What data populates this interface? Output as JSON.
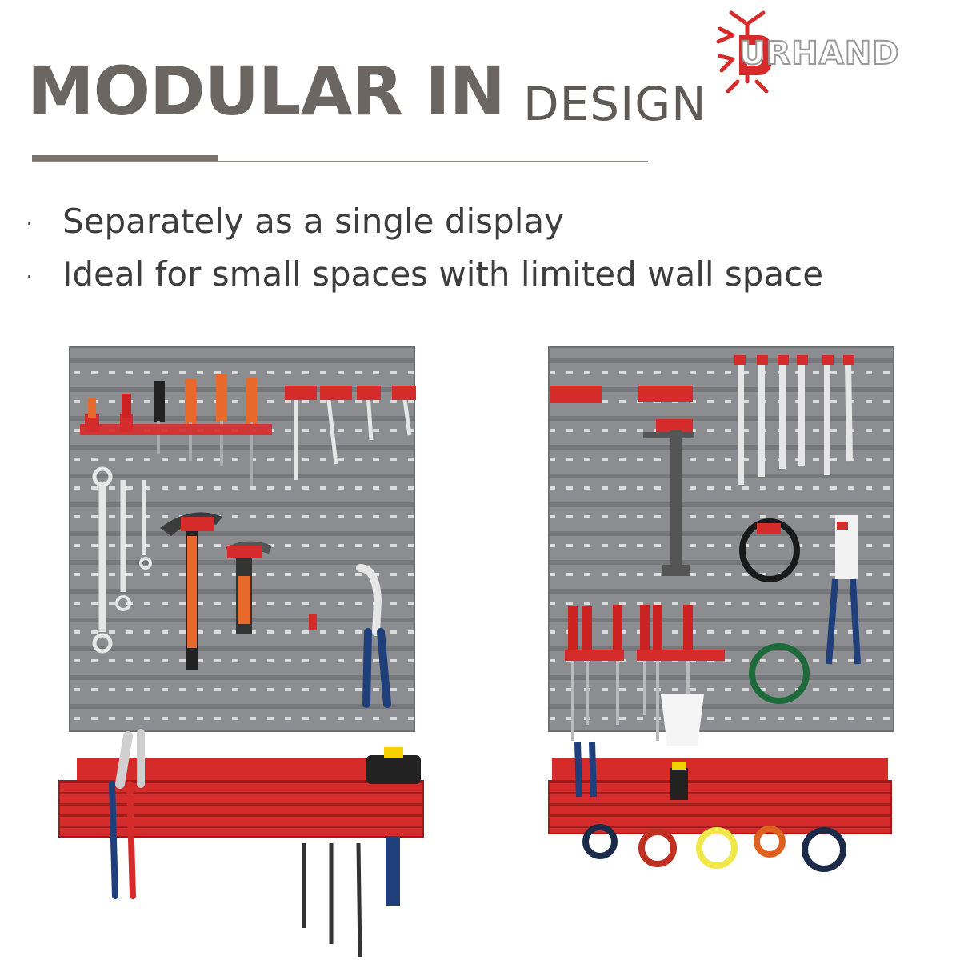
{
  "header": {
    "title_main": "MODULAR IN",
    "title_sub": "DESIGN"
  },
  "logo": {
    "text": "URHAND",
    "icon": "crab-claw-logo-icon",
    "accent": "#d52b2b"
  },
  "bullets": [
    {
      "symbol": "·",
      "text": "Separately as a single display"
    },
    {
      "symbol": "·",
      "text": "Ideal for small spaces with limited wall space"
    }
  ],
  "colors": {
    "panel_gray": "#8b8d90",
    "shelf_red": "#d62b2b",
    "title_gray": "#6b6661"
  }
}
